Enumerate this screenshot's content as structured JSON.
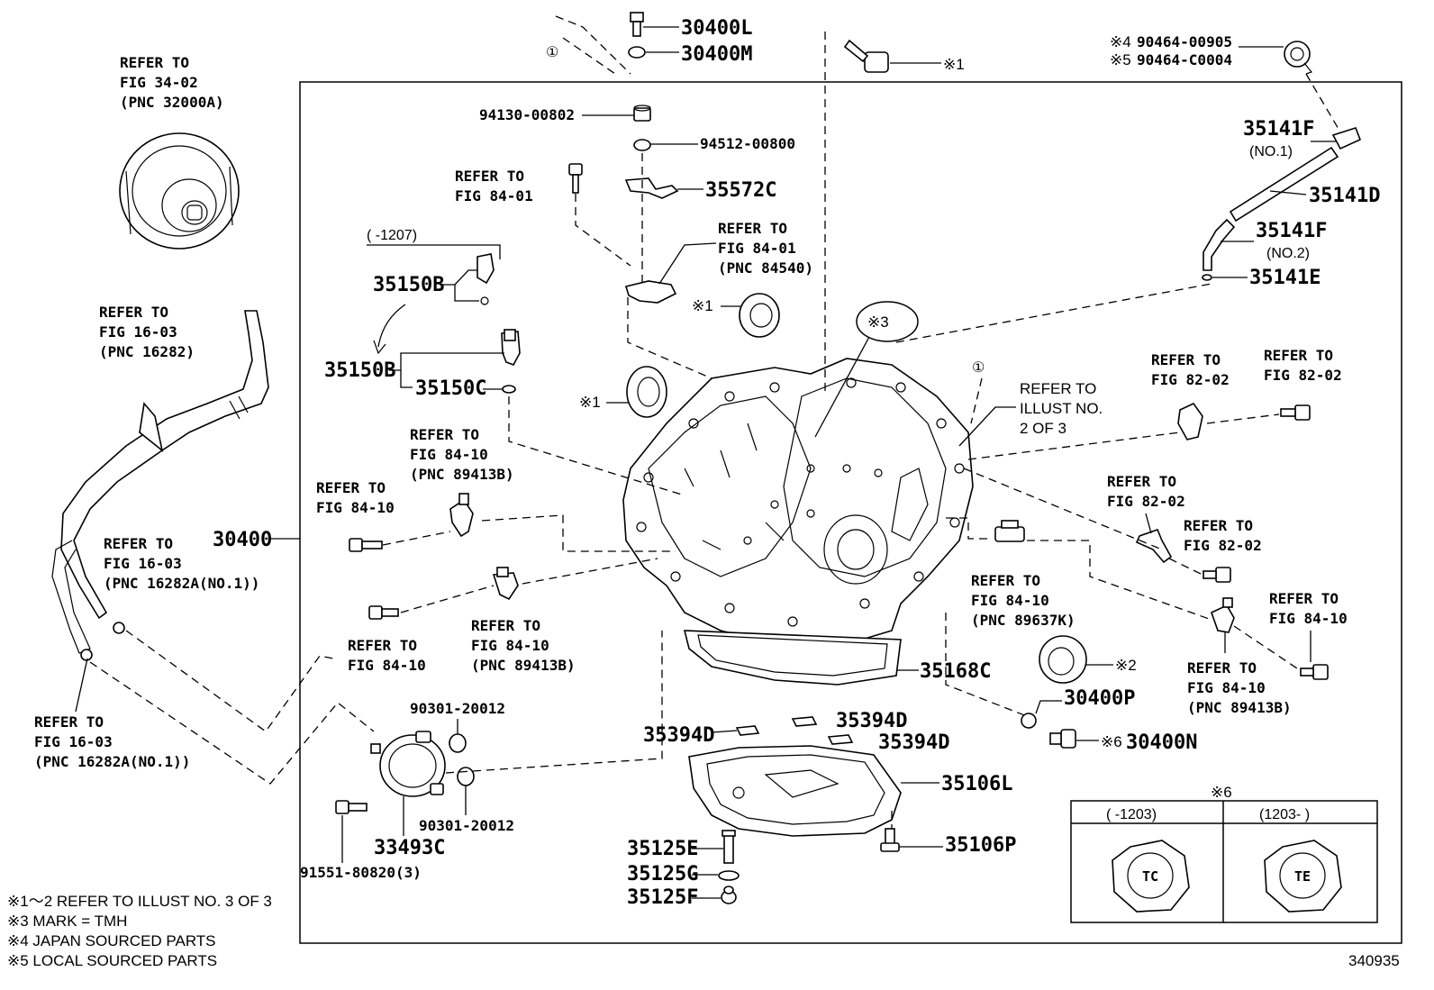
{
  "diagram_number": "340935",
  "parts": {
    "p30400L": "30400L",
    "p30400M": "30400M",
    "p94130": "94130-00802",
    "p94512": "94512-00800",
    "p35572C": "35572C",
    "p35150B_a": "35150B",
    "p35150B_b": "35150B",
    "p35150C": "35150C",
    "p30400": "30400",
    "p35141F_1": "35141F",
    "p35141F_1_note": "(NO.1)",
    "p35141D": "35141D",
    "p35141F_2": "35141F",
    "p35141F_2_note": "(NO.2)",
    "p35141E": "35141E",
    "p90464_a": "90464-00905",
    "p90464_b": "90464-C0004",
    "p35168C": "35168C",
    "p30400P": "30400P",
    "p30400N": "30400N",
    "p35394D_a": "35394D",
    "p35394D_b": "35394D",
    "p35394D_c": "35394D",
    "p35106L": "35106L",
    "p35106P": "35106P",
    "p35125E": "35125E",
    "p35125G": "35125G",
    "p35125F": "35125F",
    "p90301_a": "90301-20012",
    "p90301_b": "90301-20012",
    "p33493C": "33493C",
    "p91551": "91551-80820(3)"
  },
  "marks": {
    "m1_a": "※1",
    "m1_b": "※1",
    "m1_c": "※1",
    "m2": "※2",
    "m3": "※3",
    "m4": "※4",
    "m5": "※5",
    "m6": "※6",
    "m6_table": "※6",
    "circle1_a": "①",
    "circle1_b": "①"
  },
  "serial_range": "(    -1207)",
  "refs": {
    "conv": [
      "REFER TO",
      "FIG 34-02",
      "(PNC 32000A)"
    ],
    "hose_top": [
      "REFER TO",
      "FIG 16-03",
      "(PNC 16282)"
    ],
    "hose_mid": [
      "REFER TO",
      "FIG 16-03",
      "(PNC 16282A(NO.1))"
    ],
    "hose_bot": [
      "REFER TO",
      "FIG 16-03",
      "(PNC 16282A(NO.1))"
    ],
    "bolt_8401": [
      "REFER TO",
      "FIG 84-01"
    ],
    "bracket_8401": [
      "REFER TO",
      "FIG 84-01",
      "(PNC 84540)"
    ],
    "sensor_89413_top": [
      "REFER TO",
      "FIG 84-10",
      "(PNC 89413B)"
    ],
    "bolt_8410_left": [
      "REFER TO",
      "FIG 84-10"
    ],
    "bolt_8410_lower": [
      "REFER TO",
      "FIG 84-10"
    ],
    "sensor_89413_mid": [
      "REFER TO",
      "FIG 84-10",
      "(PNC 89413B)"
    ],
    "illust": [
      "REFER TO",
      "ILLUST NO.",
      "2 OF 3"
    ],
    "r8202_a": [
      "REFER TO",
      "FIG 82-02"
    ],
    "r8202_b": [
      "REFER TO",
      "FIG 82-02"
    ],
    "r8202_c": [
      "REFER TO",
      "FIG 82-02"
    ],
    "r8202_d": [
      "REFER TO",
      "FIG 82-02"
    ],
    "sensor_89637": [
      "REFER TO",
      "FIG 84-10",
      "(PNC 89637K)"
    ],
    "bolt_8410_right": [
      "REFER TO",
      "FIG 84-10"
    ],
    "sensor_89413_right": [
      "REFER TO",
      "FIG 84-10",
      "(PNC 89413B)"
    ]
  },
  "notes": [
    "※1～2 REFER TO ILLUST NO. 3 OF 3",
    "※3 MARK = TMH",
    "※4 JAPAN SOURCED PARTS",
    "※5 LOCAL SOURCED PARTS"
  ],
  "inset_table": {
    "col1_header": "(    -1203)",
    "col2_header": "(1203-    )",
    "col1_mark": "TC",
    "col2_mark": "TE"
  }
}
